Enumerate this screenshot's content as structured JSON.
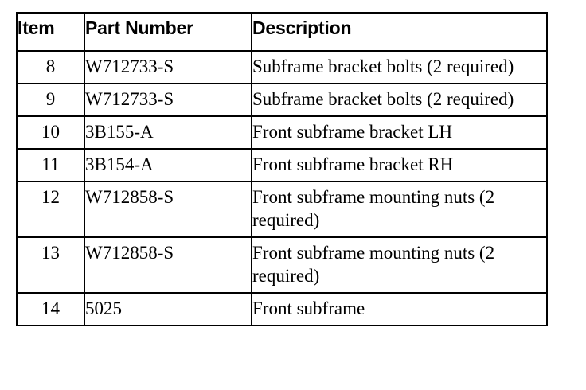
{
  "document": {
    "type": "parts-reference-table",
    "background_color": "#ffffff",
    "border_color": "#000000",
    "text_color": "#000000"
  },
  "table": {
    "columns": [
      {
        "key": "item",
        "label": "Item",
        "align": "center"
      },
      {
        "key": "part_number",
        "label": "Part Number",
        "align": "left"
      },
      {
        "key": "description",
        "label": "Description",
        "align": "left"
      }
    ],
    "rows": [
      {
        "item": "8",
        "part_number": "W712733-S",
        "description": "Subframe bracket bolts (2 required)"
      },
      {
        "item": "9",
        "part_number": "W712733-S",
        "description": "Subframe bracket bolts (2 required)"
      },
      {
        "item": "10",
        "part_number": "3B155-A",
        "description": "Front subframe bracket LH"
      },
      {
        "item": "11",
        "part_number": "3B154-A",
        "description": "Front subframe bracket RH"
      },
      {
        "item": "12",
        "part_number": "W712858-S",
        "description": "Front subframe mounting nuts (2 required)"
      },
      {
        "item": "13",
        "part_number": "W712858-S",
        "description": "Front subframe mounting nuts (2 required)"
      },
      {
        "item": "14",
        "part_number": "5025",
        "description": "Front subframe"
      }
    ]
  }
}
